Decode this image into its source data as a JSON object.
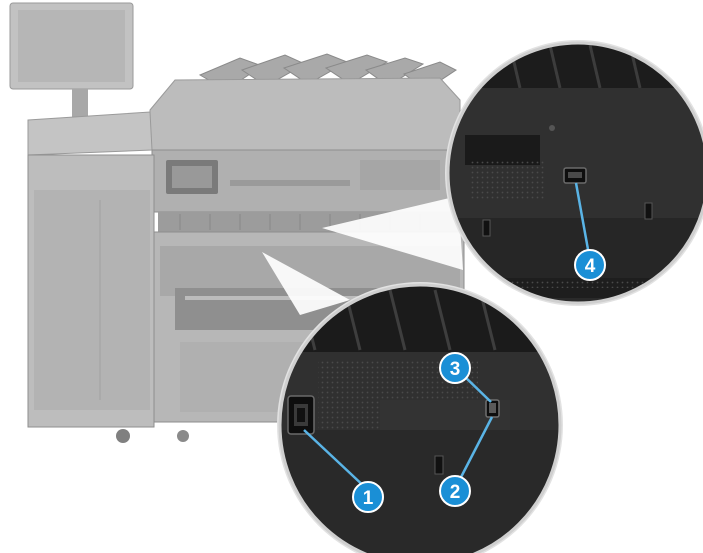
{
  "colors": {
    "printer_body": "#b4b4b4",
    "printer_shadow": "#8e8e8e",
    "printer_dark": "#6e6e6e",
    "panel_black": "#262626",
    "panel_edge": "#3a3a3a",
    "callout_blue": "#1a8fd6",
    "leader_line": "#5ab4e6",
    "zoom_frame": "#d8d8d8"
  },
  "callouts": [
    {
      "number": "1",
      "target": "power-socket-icon"
    },
    {
      "number": "2",
      "target": "power-switch-icon"
    },
    {
      "number": "3",
      "target": "power-switch-icon"
    },
    {
      "number": "4",
      "target": "usb-port-icon"
    }
  ]
}
